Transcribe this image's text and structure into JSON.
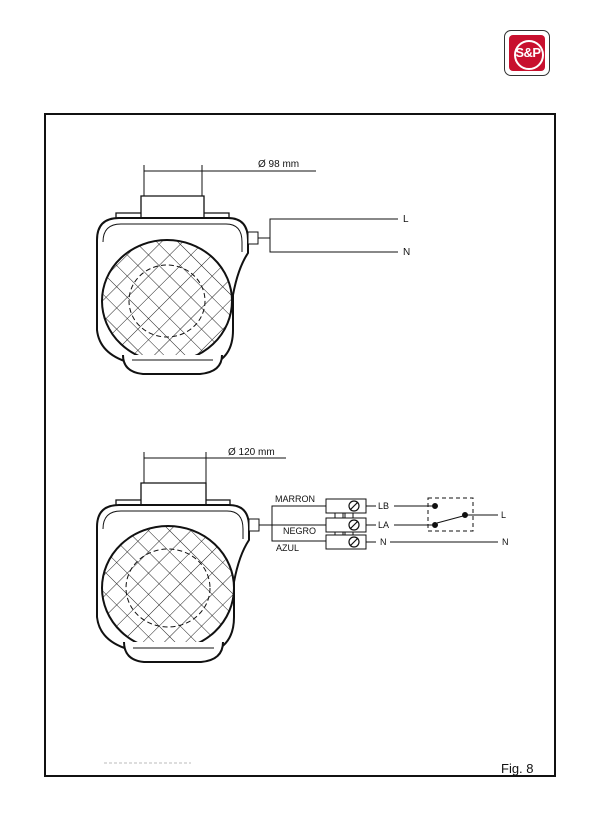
{
  "logo": {
    "text": "S&P",
    "color": "#c8102e"
  },
  "fan_top": {
    "diameter_label": "Ø  98 mm",
    "wire_l": "L",
    "wire_n": "N"
  },
  "fan_bottom": {
    "diameter_label": "Ø  120 mm",
    "wire_marron": "MARRON",
    "wire_negro": "NEGRO",
    "wire_azul": "AZUL",
    "terminal_lb": "LB",
    "terminal_la": "LA",
    "terminal_n": "N",
    "supply_l": "L",
    "supply_n": "N"
  },
  "figure_label": "Fig. 8"
}
